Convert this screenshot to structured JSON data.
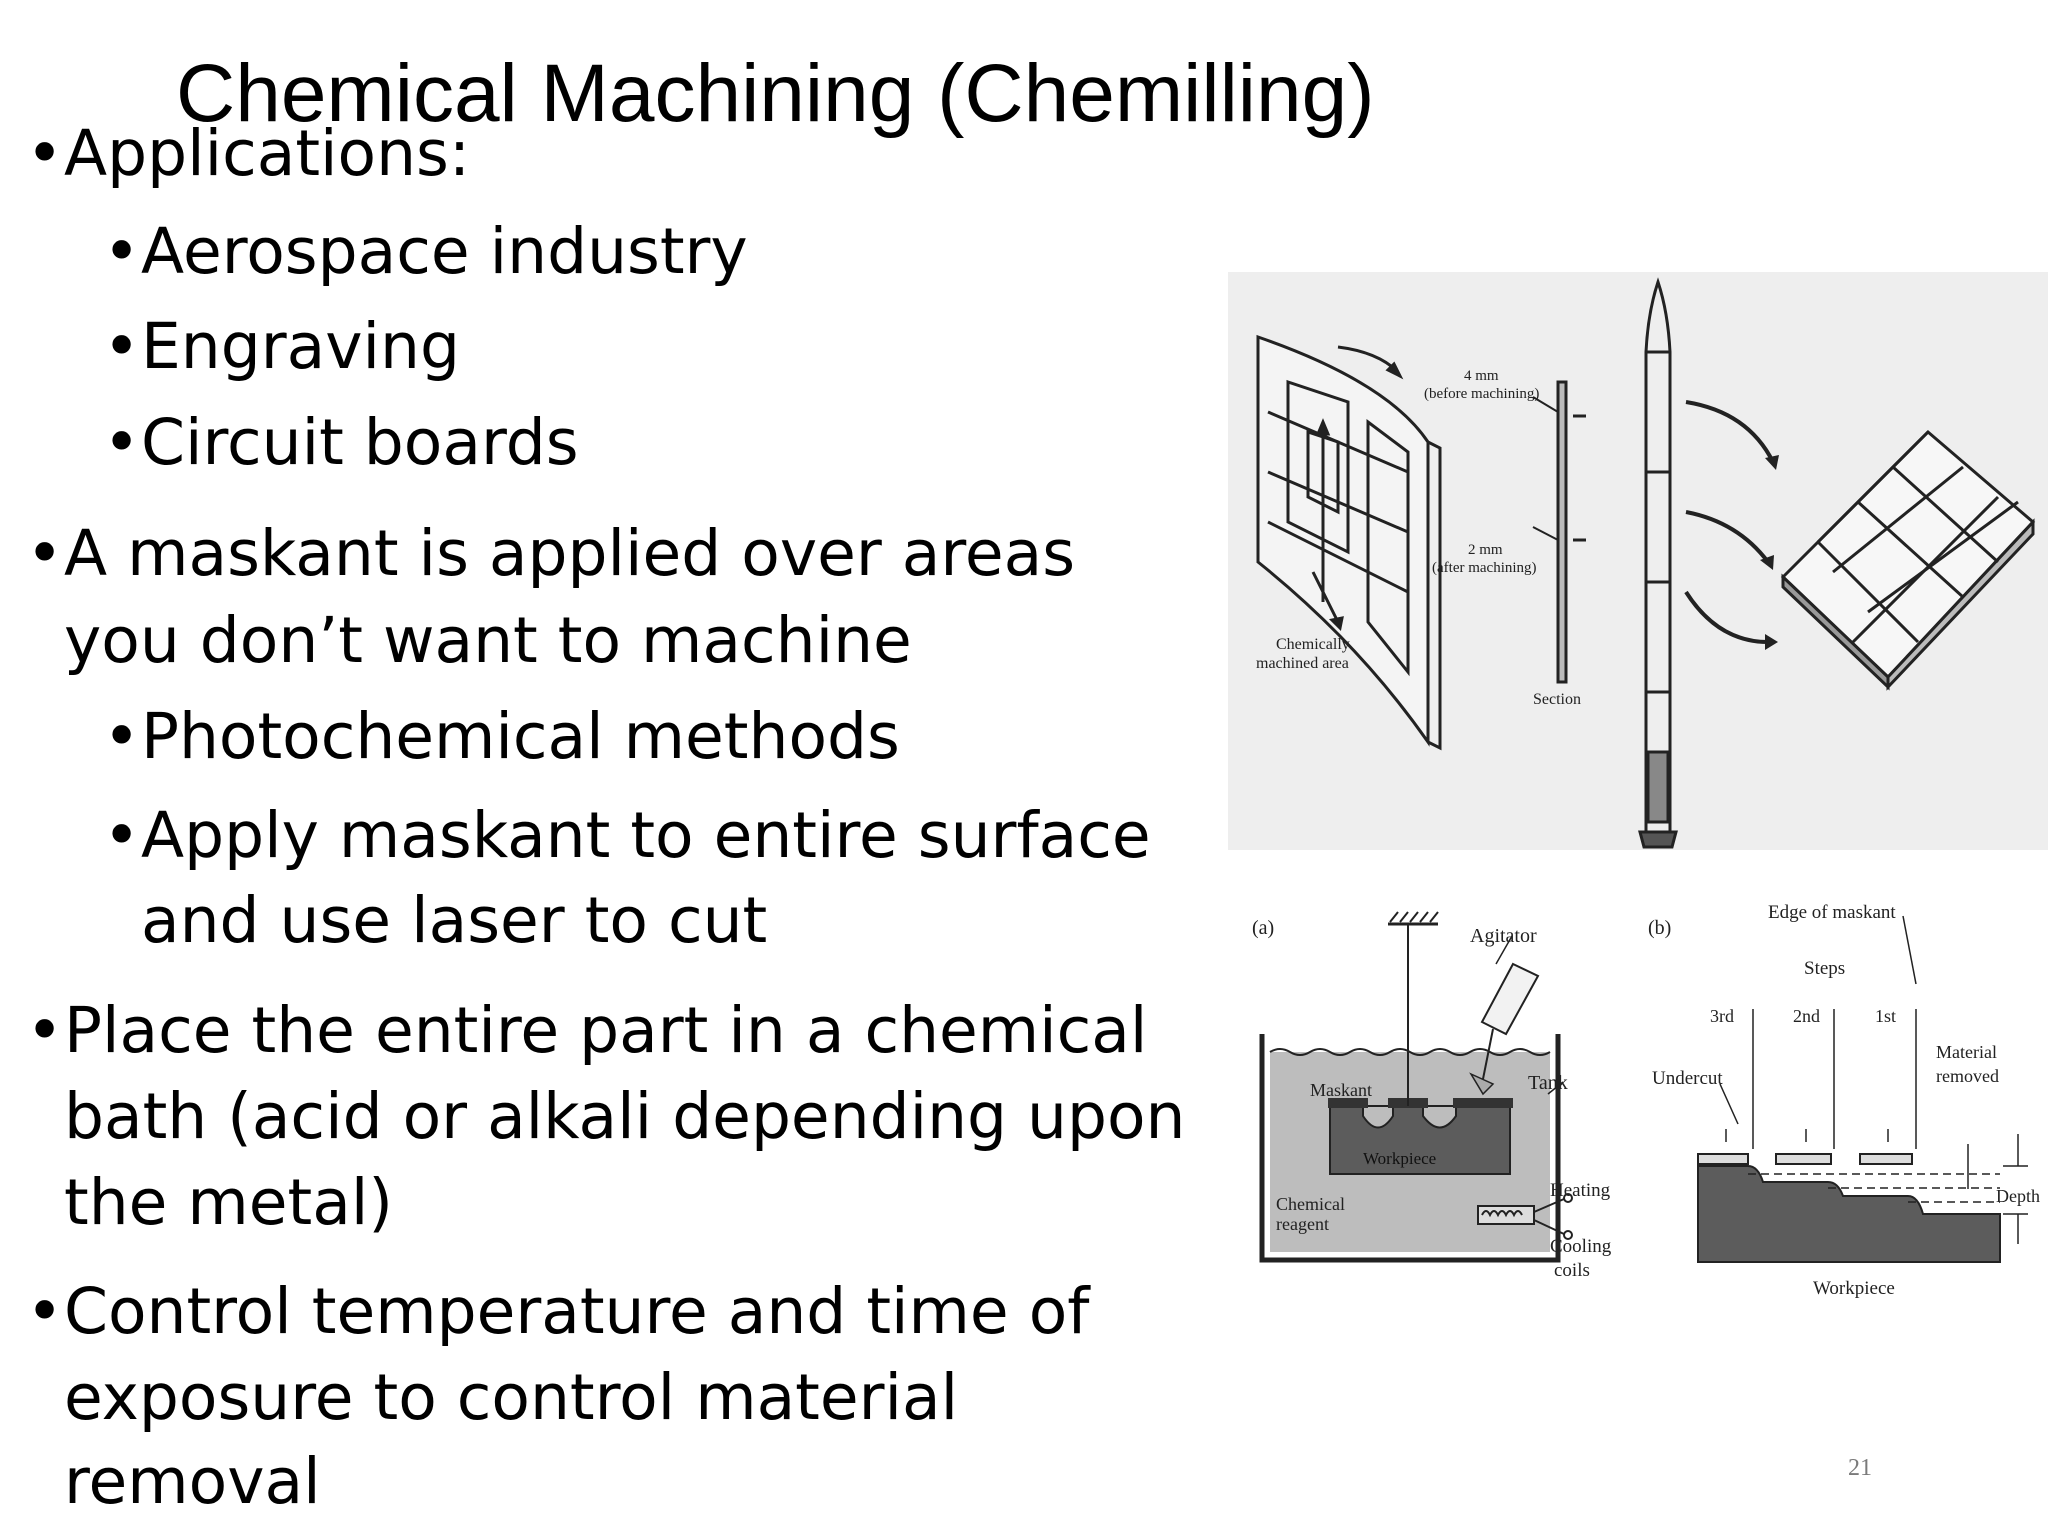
{
  "slide": {
    "title": "Chemical Machining (Chemilling)",
    "page_number": "21"
  },
  "bullets": [
    {
      "text": "Applications:"
    },
    {
      "text": "Aerospace industry"
    },
    {
      "text": "Engraving"
    },
    {
      "text": "Circuit boards"
    },
    {
      "text": "A maskant is applied over areas"
    },
    {
      "text": "you don’t want to machine"
    },
    {
      "text": "Photochemical methods"
    },
    {
      "text": "Apply maskant to entire surface"
    },
    {
      "text": "and use laser to cut"
    },
    {
      "text": "Place the entire part in a chemical"
    },
    {
      "text": "bath (acid or alkali depending upon"
    },
    {
      "text": "the metal)"
    },
    {
      "text": "Control temperature and time of"
    },
    {
      "text": "exposure to control material"
    },
    {
      "text": "removal"
    }
  ],
  "figure_top": {
    "label_4mm": "4 mm",
    "label_before": "(before machining)",
    "label_2mm": "2 mm",
    "label_after": "(after machining)",
    "label_chem1": "Chemically",
    "label_chem2": "machined area",
    "label_section": "Section"
  },
  "figure_bottom": {
    "panel_a": "(a)",
    "panel_b": "(b)",
    "agitator": "Agitator",
    "tank": "Tank",
    "maskant": "Maskant",
    "workpiece": "Workpiece",
    "chemical": "Chemical",
    "reagent": "reagent",
    "heating": "Heating",
    "cooling": "Cooling",
    "coils": "coils",
    "edge_of_maskant": "Edge of maskant",
    "steps": "Steps",
    "third": "3rd",
    "second": "2nd",
    "first": "1st",
    "undercut": "Undercut",
    "material": "Material",
    "removed": "removed",
    "depth": "Depth",
    "workpiece_b": "Workpiece"
  }
}
